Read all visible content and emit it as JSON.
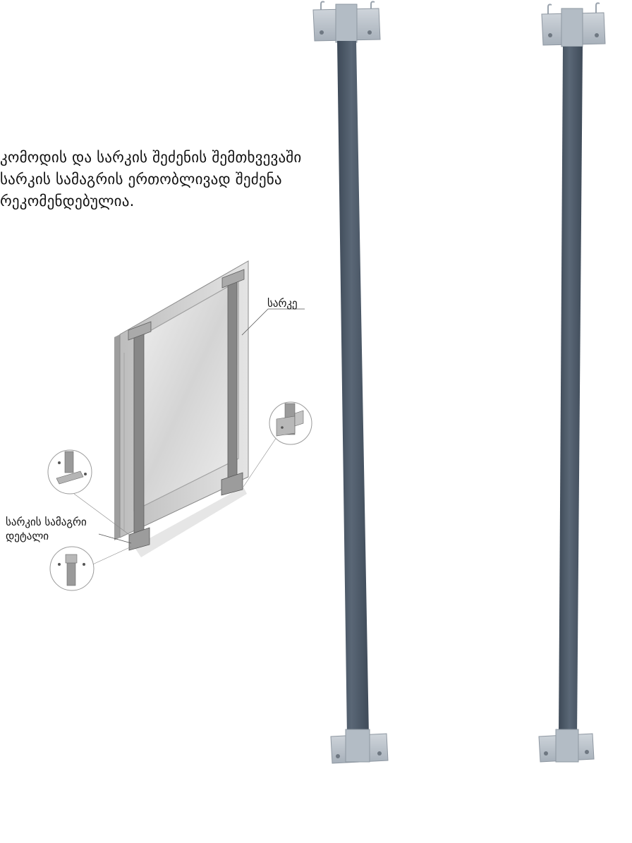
{
  "instruction": {
    "lines": [
      "კომოდის და სარკის შეძენის შემთხვევაში",
      "სარკის სამაგრის  ერთობლივად შეძენა",
      "რეკომენდებულია."
    ]
  },
  "callouts": {
    "mirror_label": "სარკე",
    "bracket_label_line1": "სარკის სამაგრი",
    "bracket_label_line2": "დეტალი"
  },
  "colors": {
    "bar": "#4f5c6b",
    "plate": "#b9c1ca",
    "mirror_frame": "#d8d8d8",
    "glass": "#e6e6e6"
  }
}
